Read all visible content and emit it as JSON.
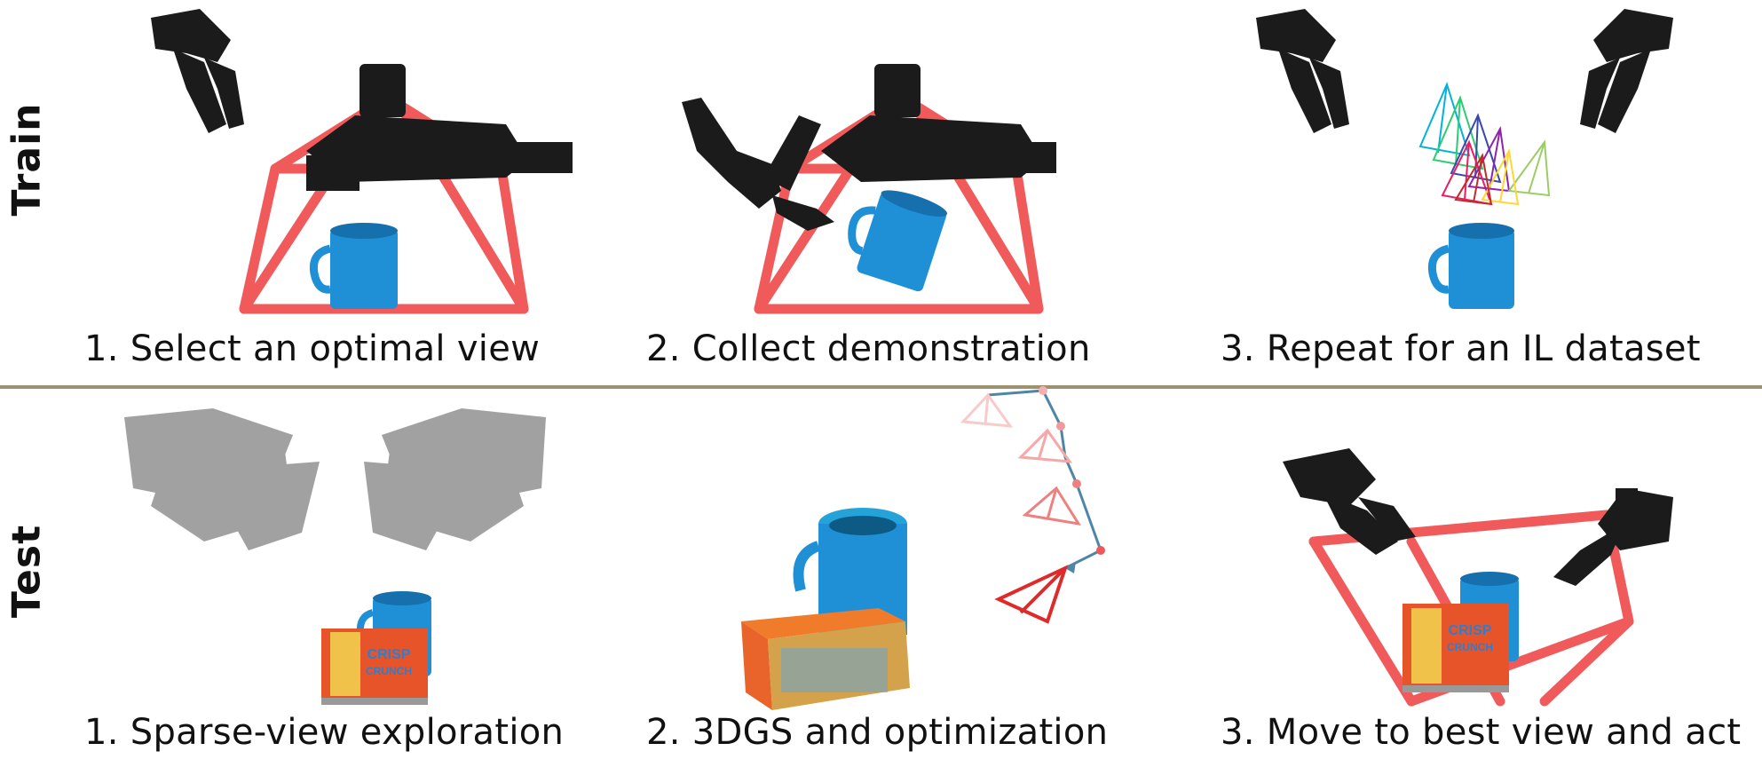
{
  "rows": {
    "train": {
      "label": "Train"
    },
    "test": {
      "label": "Test"
    }
  },
  "train": {
    "step1": "1. Select an optimal view",
    "step2": "2. Collect demonstration",
    "step3": "3. Repeat for an IL dataset"
  },
  "test": {
    "step1": "1. Sparse-view exploration",
    "step2": "2. 3DGS and optimization",
    "step3": "3. Move to best view and act"
  },
  "cereal_box": {
    "line1": "CRISP",
    "line2": "CRUNCH"
  },
  "colors": {
    "frustum": "#f05a5a",
    "mug": "#1f8fd6",
    "gripper": "#1b1b1b",
    "divider": "#9c9270",
    "trajectory": "#4f86a6"
  }
}
